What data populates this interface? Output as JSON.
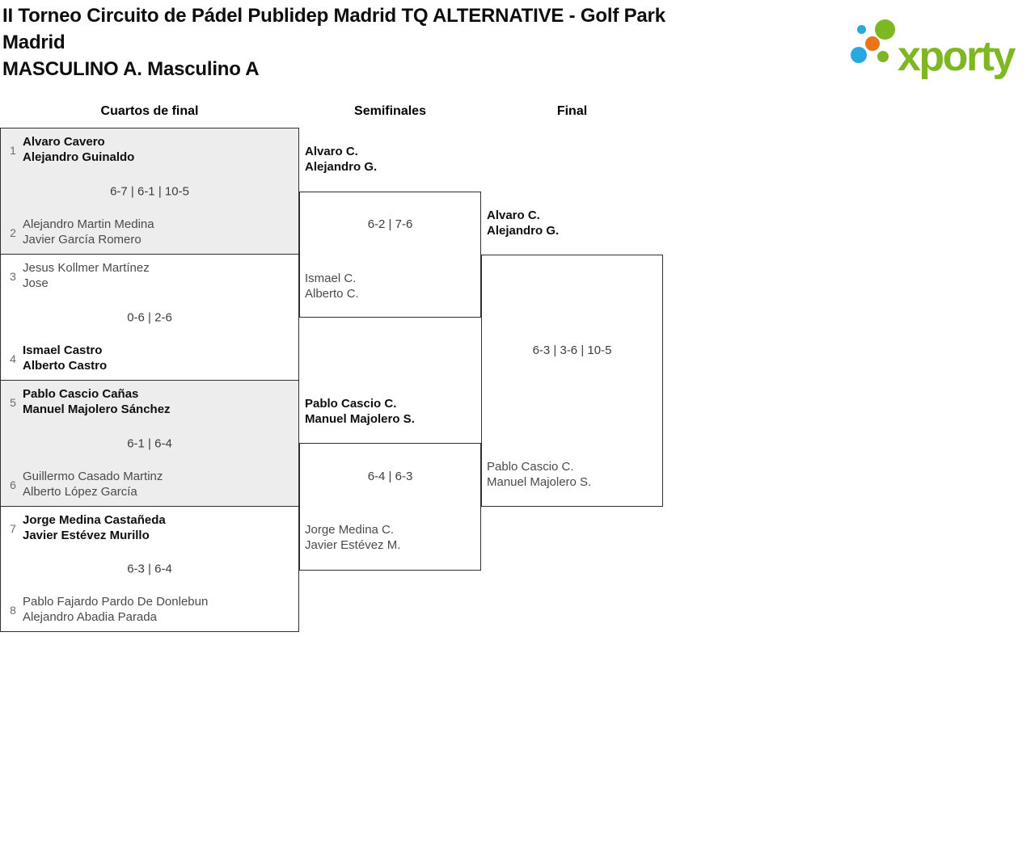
{
  "header": {
    "tournament_title": "II Torneo Circuito de Pádel Publidep Madrid TQ ALTERNATIVE - Golf Park Madrid",
    "category_title": "MASCULINO A. Masculino A",
    "logo_text": "xporty"
  },
  "colors": {
    "logo_green": "#7db822",
    "logo_blue": "#29a7e0",
    "logo_orange": "#ea7519",
    "block_alt_bg": "#ededed",
    "line": "#2f2f2f",
    "winner_text": "#0f0f0f",
    "loser_text": "#4a4a4a"
  },
  "bracket": {
    "rounds": [
      {
        "label": "Cuartos de final"
      },
      {
        "label": "Semifinales"
      },
      {
        "label": "Final"
      }
    ],
    "quarterfinals": [
      {
        "score": "6-7 | 6-1 | 10-5",
        "team1": {
          "seed": "1",
          "players": [
            "Alvaro Cavero",
            "Alejandro Guinaldo"
          ],
          "winner": true
        },
        "team2": {
          "seed": "2",
          "players": [
            "Alejandro Martin Medina",
            "Javier García Romero"
          ],
          "winner": false
        }
      },
      {
        "score": "0-6 | 2-6",
        "team1": {
          "seed": "3",
          "players": [
            "Jesus Kollmer Martínez",
            "Jose"
          ],
          "winner": false
        },
        "team2": {
          "seed": "4",
          "players": [
            "Ismael Castro",
            "Alberto Castro"
          ],
          "winner": true
        }
      },
      {
        "score": "6-1 | 6-4",
        "team1": {
          "seed": "5",
          "players": [
            "Pablo Cascio Cañas",
            "Manuel Majolero Sánchez"
          ],
          "winner": true
        },
        "team2": {
          "seed": "6",
          "players": [
            "Guillermo Casado Martinz",
            "Alberto López García"
          ],
          "winner": false
        }
      },
      {
        "score": "6-3 | 6-4",
        "team1": {
          "seed": "7",
          "players": [
            "Jorge Medina Castañeda",
            "Javier Estévez Murillo"
          ],
          "winner": true
        },
        "team2": {
          "seed": "8",
          "players": [
            "Pablo Fajardo Pardo De Donlebun",
            "Alejandro Abadia Parada"
          ],
          "winner": false
        }
      }
    ],
    "semifinals": [
      {
        "score": "6-2 | 7-6",
        "team1": {
          "players": [
            "Alvaro C.",
            "Alejandro G."
          ],
          "winner": true
        },
        "team2": {
          "players": [
            "Ismael C.",
            "Alberto C."
          ],
          "winner": false
        }
      },
      {
        "score": "6-4 | 6-3",
        "team1": {
          "players": [
            "Pablo Cascio C.",
            "Manuel Majolero S."
          ],
          "winner": true
        },
        "team2": {
          "players": [
            "Jorge Medina C.",
            "Javier Estévez M."
          ],
          "winner": false
        }
      }
    ],
    "final": {
      "score": "6-3 | 3-6 | 10-5",
      "team1": {
        "players": [
          "Alvaro C.",
          "Alejandro G."
        ],
        "winner": true
      },
      "team2": {
        "players": [
          "Pablo Cascio C.",
          "Manuel Majolero S."
        ],
        "winner": false
      }
    }
  }
}
